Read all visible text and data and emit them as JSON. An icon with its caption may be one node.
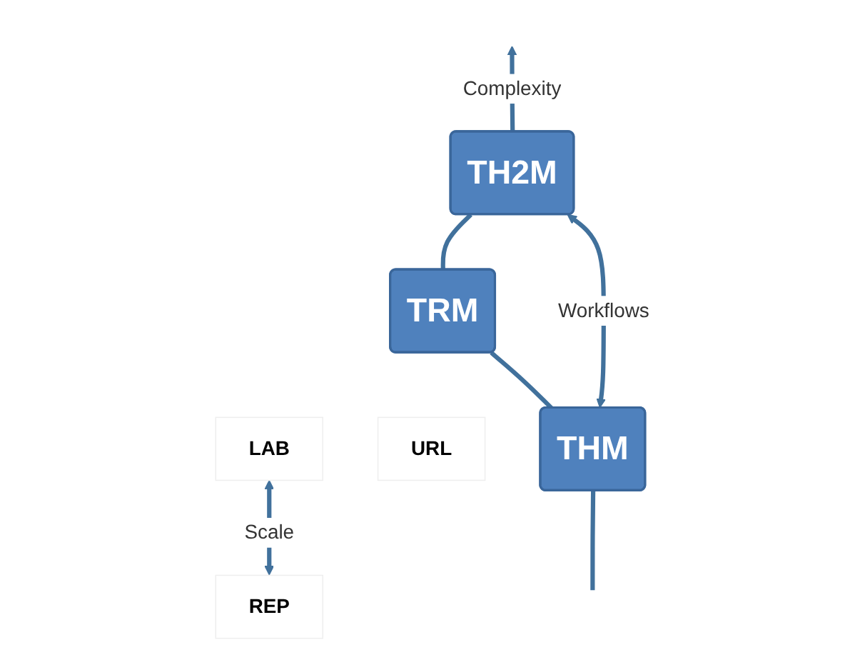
{
  "diagram": {
    "nodes": [
      {
        "text": [
          "LAB"
        ]
      },
      {
        "text": [
          "TH2M"
        ]
      },
      {
        "text": [
          "URL"
        ]
      },
      {
        "text": [
          "TRM"
        ]
      },
      {
        "text": [
          "REP"
        ]
      },
      {
        "text": [
          "THM"
        ]
      }
    ],
    "edges": [
      {
        "from": null,
        "to": 5,
        "arrow": "none"
      },
      {
        "from": 5,
        "to": 3,
        "arrow": "none"
      },
      {
        "from": 3,
        "to": 1,
        "arrow": "none"
      },
      {
        "from": 1,
        "to": null,
        "arrow": "to",
        "label": "Complexity"
      },
      {
        "from": 4,
        "to": 0,
        "arrow": "both",
        "label": "Scale"
      },
      {
        "from": 5,
        "to": 1,
        "arrow": "both",
        "label": "Workflows"
      }
    ]
  }
}
